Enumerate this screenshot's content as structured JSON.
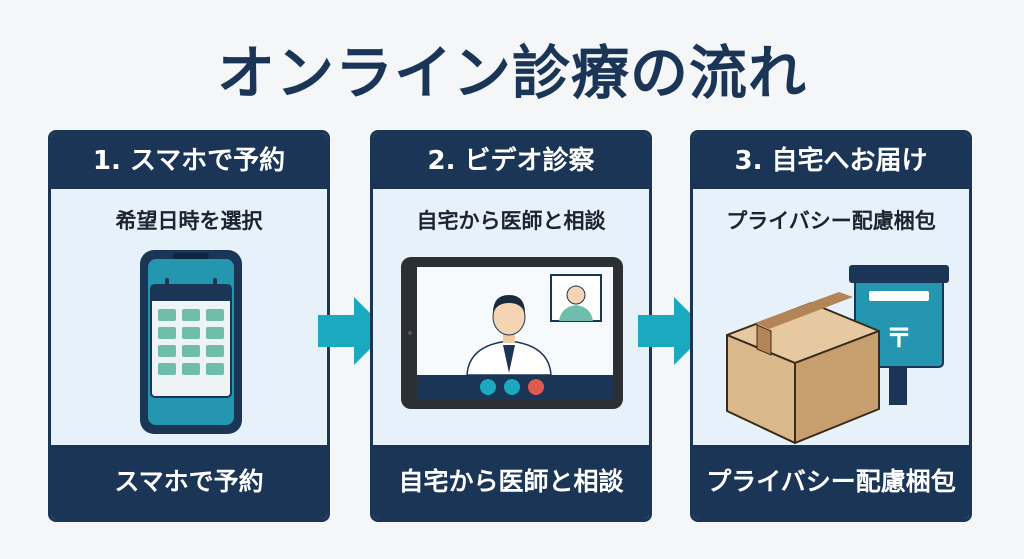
{
  "title": "オンライン診療の流れ",
  "steps": [
    {
      "heading": "1. スマホで予約",
      "subheading": "希望日時を選択",
      "footer": "スマホで予約",
      "icon": "smartphone-calendar-icon"
    },
    {
      "heading": "2. ビデオ診察",
      "subheading": "自宅から医師と相談",
      "footer": "自宅から医師と相談",
      "icon": "tablet-video-call-icon"
    },
    {
      "heading": "3. 自宅へお届け",
      "subheading": "プライバシー配慮梱包",
      "footer": "プライバシー配慮梱包",
      "icon": "package-mailbox-icon"
    }
  ],
  "postal_mark": "〒",
  "colors": {
    "navy": "#1b3557",
    "teal": "#1aa9bf",
    "card_bg": "#e7f1f9",
    "phone_teal": "#2596b0",
    "calendar_cell": "#6fbdab",
    "box_brown": "#d9b88c"
  }
}
